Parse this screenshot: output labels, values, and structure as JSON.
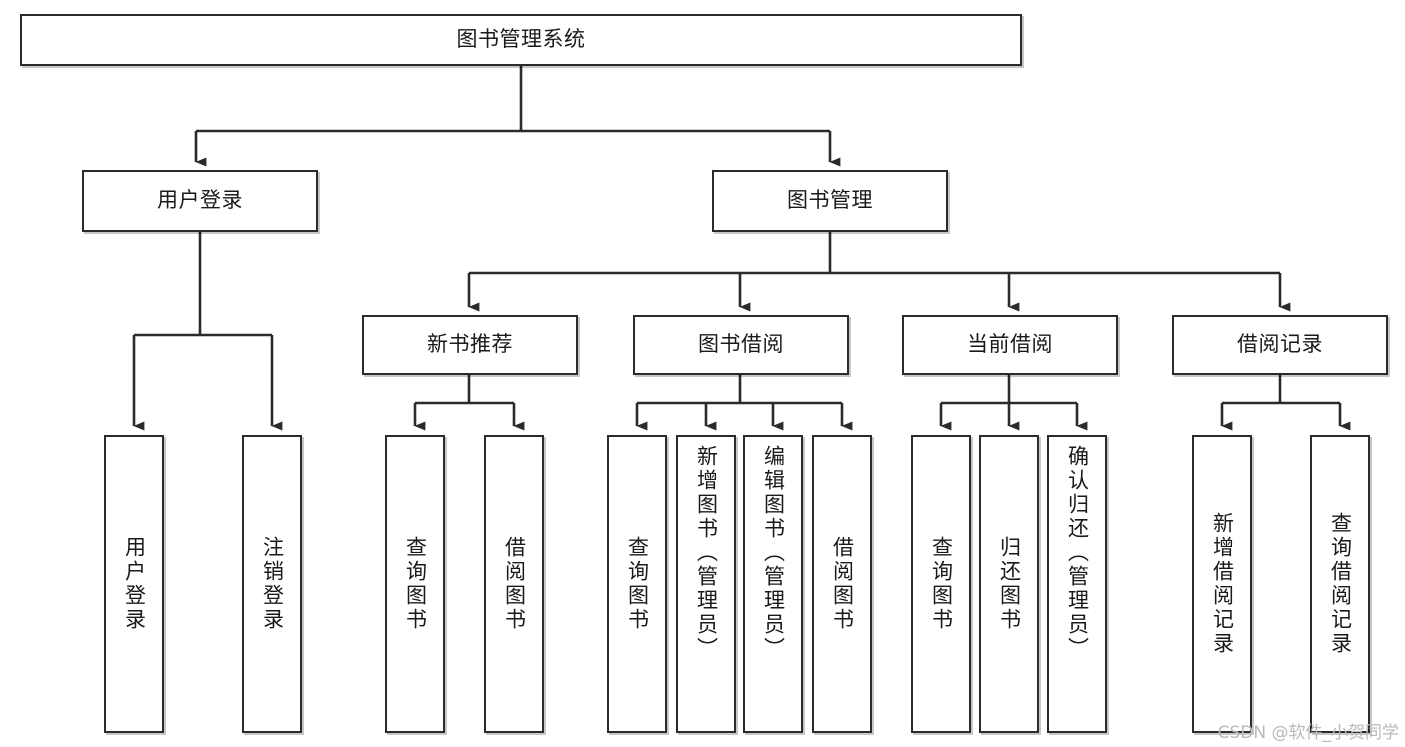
{
  "diagram": {
    "title": "图书管理系统",
    "type": "tree",
    "watermark": "CSDN @软件_小贺同学",
    "colors": {
      "box_border": "#2b2b2b",
      "box_fill": "#ffffff",
      "connector": "#2b2b2b",
      "text": "#1a1a1a",
      "watermark": "#b9b9b9",
      "background": "#ffffff"
    },
    "nodes": {
      "root": {
        "label": "图书管理系统"
      },
      "level2": [
        {
          "label": "用户登录"
        },
        {
          "label": "图书管理"
        }
      ],
      "level3": [
        {
          "label": "新书推荐"
        },
        {
          "label": "图书借阅"
        },
        {
          "label": "当前借阅"
        },
        {
          "label": "借阅记录"
        }
      ],
      "leaves": {
        "user_login": [
          {
            "label": "用户登录"
          },
          {
            "label": "注销登录"
          }
        ],
        "new_book_recommend": [
          {
            "label": "查询图书"
          },
          {
            "label": "借阅图书"
          }
        ],
        "book_borrow": [
          {
            "label": "查询图书"
          },
          {
            "label": "新增图书（管理员）"
          },
          {
            "label": "编辑图书（管理员）"
          },
          {
            "label": "借阅图书"
          }
        ],
        "current_borrow": [
          {
            "label": "查询图书"
          },
          {
            "label": "归还图书"
          },
          {
            "label": "确认归还（管理员）"
          }
        ],
        "borrow_record": [
          {
            "label": "新增借阅记录"
          },
          {
            "label": "查询借阅记录"
          }
        ]
      }
    }
  }
}
